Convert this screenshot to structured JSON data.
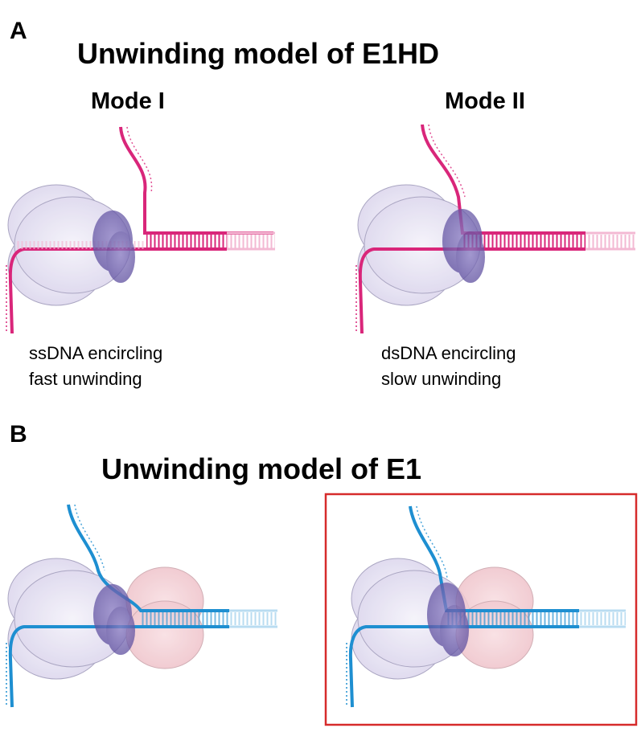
{
  "panel_a": {
    "letter": "A",
    "title": "Unwinding model of E1HD",
    "mode_1": {
      "label": "Mode I",
      "caption_line1": "ssDNA encircling",
      "caption_line2": "fast unwinding"
    },
    "mode_2": {
      "label": "Mode II",
      "caption_line1": "dsDNA encircling",
      "caption_line2": "slow unwinding"
    }
  },
  "panel_b": {
    "letter": "B",
    "title": "Unwinding model of E1"
  },
  "colors": {
    "dna_panel_a": "#d9267a",
    "dna_panel_b": "#1e8fd1",
    "helicase_body": "#ddd8ee",
    "helicase_inner": "#5a4b9c",
    "e1_dbd": "#f2c9cf",
    "highlight_box": "#d62b2b"
  }
}
